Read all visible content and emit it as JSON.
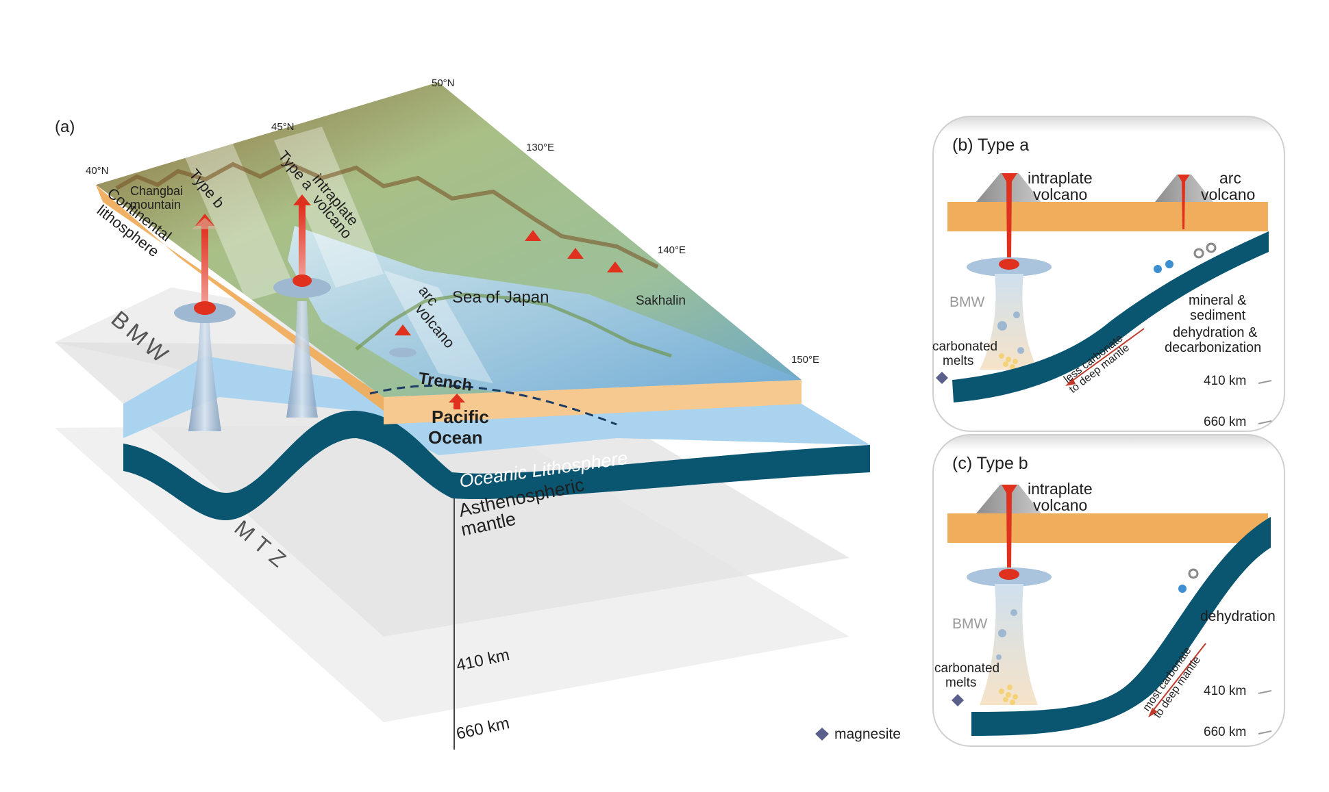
{
  "panel_a": {
    "label": "(a)",
    "lat_labels": [
      "40°N",
      "45°N",
      "50°N"
    ],
    "lon_labels": [
      "130°E",
      "140°E",
      "150°E"
    ],
    "changbai": [
      "Changbai",
      "mountain"
    ],
    "type_b": "Type b",
    "type_a": "Type a",
    "intraplate": [
      "intraplate",
      "volcano"
    ],
    "continental": [
      "Continental",
      "lithosphere"
    ],
    "arc": [
      "arc",
      "volcano"
    ],
    "sea": "Sea of Japan",
    "sakhalin": "Sakhalin",
    "trench": "Trench",
    "pacific": [
      "Pacific",
      "Ocean"
    ],
    "oceanic": "Oceanic Lithosphere",
    "asthenospheric": [
      "Asthenospheric",
      "mantle"
    ],
    "bmw": "BMW",
    "mtz": "MTZ",
    "depth_410": "410 km",
    "depth_660": "660 km"
  },
  "panel_b": {
    "title": "(b) Type a",
    "intraplate": [
      "intraplate",
      "volcano"
    ],
    "arc": [
      "arc",
      "volcano"
    ],
    "bmw": "BMW",
    "carbonated": [
      "carbonated",
      "melts"
    ],
    "mineral": [
      "mineral &",
      "sediment",
      "dehydration &",
      "decarbonization"
    ],
    "arrow_text": [
      "less carbonate",
      "to deep mantle"
    ],
    "depth_410": "410 km",
    "depth_660": "660 km"
  },
  "panel_c": {
    "title": "(c) Type b",
    "intraplate": [
      "intraplate",
      "volcano"
    ],
    "bmw": "BMW",
    "carbonated": [
      "carbonated",
      "melts"
    ],
    "dehydration": "dehydration",
    "arrow_text": [
      "most carbonate",
      "to deep mantle"
    ],
    "depth_410": "410 km",
    "depth_660": "660 km"
  },
  "legend": {
    "magnesite": "magnesite"
  },
  "colors": {
    "slab": "#0a5570",
    "continental": "#f0ad5c",
    "plume": "#8fb0cc",
    "volcano": "#e0301e",
    "land": "#9fb97e",
    "sea": "#8ec3e8"
  }
}
